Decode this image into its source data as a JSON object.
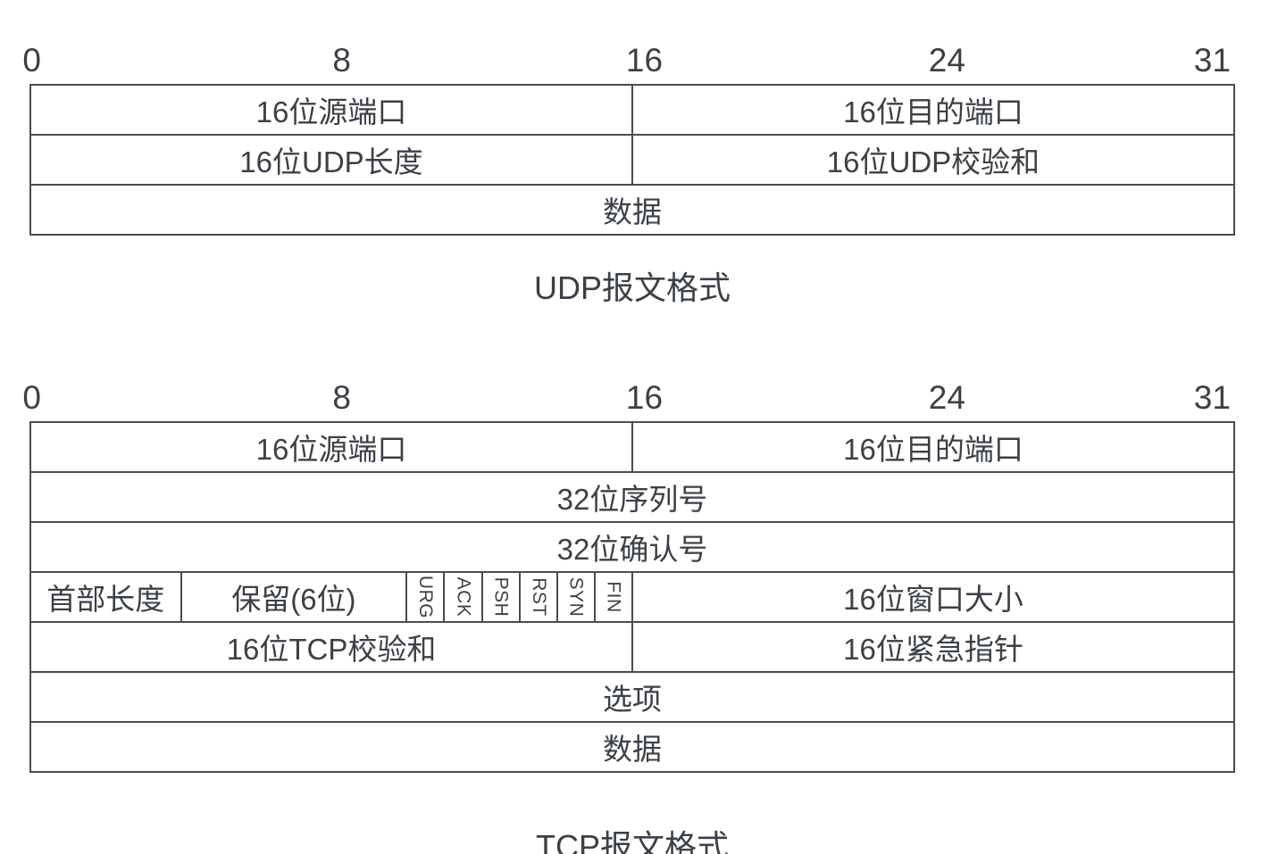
{
  "colors": {
    "background": "#ffffff",
    "text": "#3b4046",
    "border": "#4c4c4c"
  },
  "udp": {
    "ruler_labels": [
      "0",
      "8",
      "16",
      "24",
      "31"
    ],
    "fields": {
      "source_port": "16位源端口",
      "dest_port": "16位目的端口",
      "length": "16位UDP长度",
      "checksum": "16位UDP校验和",
      "data": "数据"
    },
    "caption": "UDP报文格式"
  },
  "tcp": {
    "ruler_labels": [
      "0",
      "8",
      "16",
      "24",
      "31"
    ],
    "fields": {
      "source_port": "16位源端口",
      "dest_port": "16位目的端口",
      "sequence_number": "32位序列号",
      "ack_number": "32位确认号",
      "header_length": "首部长度",
      "reserved": "保留(6位)",
      "flags": [
        "URG",
        "ACK",
        "PSH",
        "RST",
        "SYN",
        "FIN"
      ],
      "window_size": "16位窗口大小",
      "checksum": "16位TCP校验和",
      "urgent_pointer": "16位紧急指针",
      "options": "选项",
      "data": "数据"
    },
    "caption": "TCP报文格式"
  }
}
